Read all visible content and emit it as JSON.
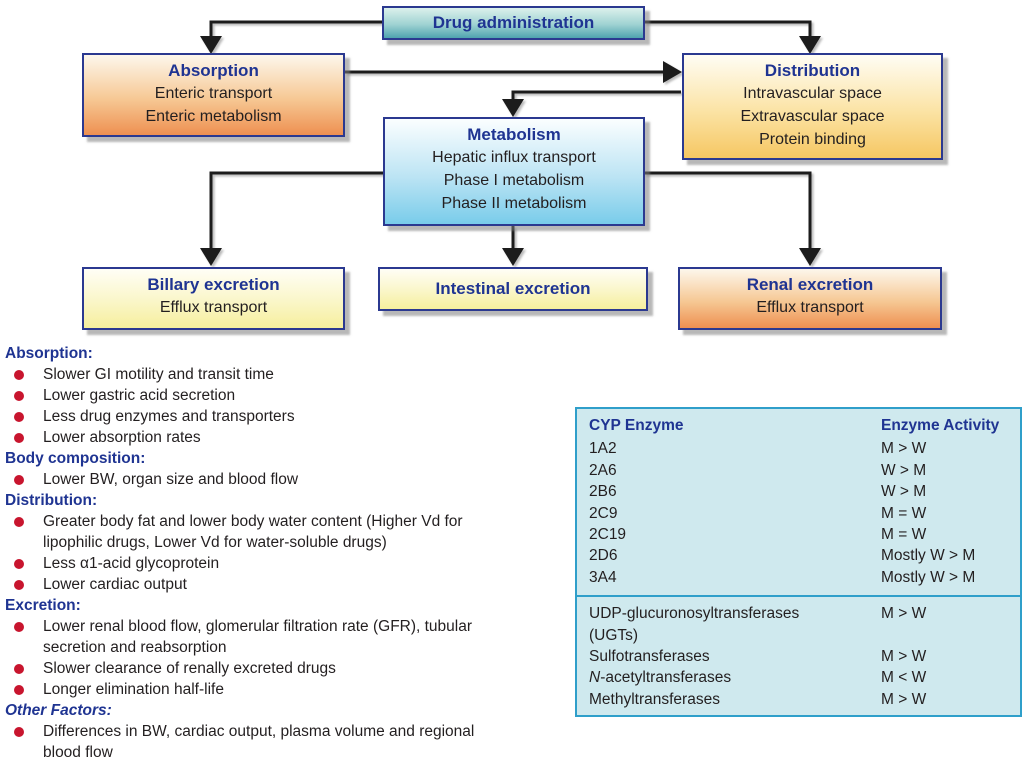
{
  "flowchart": {
    "drug_admin": {
      "title": "Drug administration"
    },
    "absorption": {
      "title": "Absorption",
      "lines": [
        "Enteric transport",
        "Enteric metabolism"
      ]
    },
    "distribution": {
      "title": "Distribution",
      "lines": [
        "Intravascular space",
        "Extravascular space",
        "Protein binding"
      ]
    },
    "metabolism": {
      "title": "Metabolism",
      "lines": [
        "Hepatic influx transport",
        "Phase I metabolism",
        "Phase II metabolism"
      ]
    },
    "billary": {
      "title": "Billary excretion",
      "lines": [
        "Efflux transport"
      ]
    },
    "intestinal": {
      "title": "Intestinal excretion"
    },
    "renal": {
      "title": "Renal excretion",
      "lines": [
        "Efflux transport"
      ]
    }
  },
  "notes": {
    "sections": [
      {
        "heading": "Absorption:",
        "items": [
          "Slower GI motility and transit time",
          "Lower gastric acid secretion",
          "Less drug enzymes and transporters",
          "Lower absorption rates"
        ]
      },
      {
        "heading": "Body composition:",
        "items": [
          "Lower BW, organ size and blood flow"
        ]
      },
      {
        "heading": "Distribution:",
        "items": [
          "Greater body fat and lower body water content (Higher Vd for lipophilic drugs, Lower Vd for water-soluble drugs)",
          "Less α1-acid glycoprotein",
          "Lower cardiac output"
        ]
      },
      {
        "heading": "Excretion:",
        "items": [
          "Lower renal blood flow, glomerular filtration rate (GFR), tubular secretion and reabsorption",
          "Slower clearance of renally excreted drugs",
          "Longer elimination half-life"
        ]
      },
      {
        "heading": "Other Factors:",
        "items": [
          "Differences in BW, cardiac output, plasma volume and regional blood flow"
        ]
      }
    ]
  },
  "enzyme_table": {
    "headers": {
      "enzyme": "CYP Enzyme",
      "activity": "Enzyme Activity"
    },
    "cyp_rows": [
      {
        "enzyme": "1A2",
        "activity": "M > W"
      },
      {
        "enzyme": "2A6",
        "activity": "W > M"
      },
      {
        "enzyme": "2B6",
        "activity": "W > M"
      },
      {
        "enzyme": "2C9",
        "activity": "M = W"
      },
      {
        "enzyme": "2C19",
        "activity": "M = W"
      },
      {
        "enzyme": "2D6",
        "activity": "Mostly W > M"
      },
      {
        "enzyme": "3A4",
        "activity": "Mostly W > M"
      }
    ],
    "conjugation_rows": [
      {
        "enzyme": "UDP-glucuronosyltransferases\n(UGTs)",
        "activity": "M > W"
      },
      {
        "enzyme": "Sulfotransferases",
        "activity": "M > W"
      },
      {
        "enzyme_prefix_italic": "N",
        "enzyme": "-acetyltransferases",
        "activity": "M < W"
      },
      {
        "enzyme": "Methyltransferases",
        "activity": "M > W"
      }
    ]
  },
  "colors": {
    "heading_navy": "#1f3492",
    "box_border_navy": "#2b3990",
    "bullet_red": "#c8152e",
    "table_border_blue": "#2f9fca",
    "table_bg_cyan": "#cfe9ee",
    "arrow_black": "#1c1c1c"
  }
}
